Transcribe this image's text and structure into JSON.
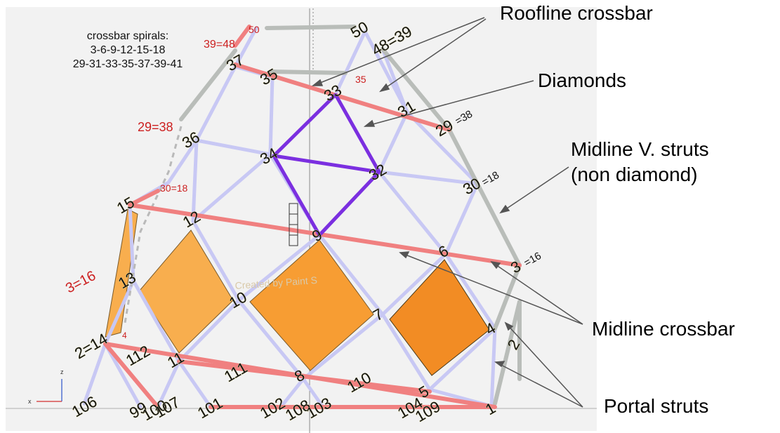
{
  "legend": {
    "title": "crossbar spirals:",
    "line1": "3-6-9-12-15-18",
    "line2": "29-31-33-35-37-39-41"
  },
  "callouts": {
    "roofline": "Roofline crossbar",
    "diamonds": "Diamonds",
    "midline_v_1": "Midline V. struts",
    "midline_v_2": "(non diamond)",
    "midline_crossbar": "Midline crossbar",
    "portal": "Portal struts"
  },
  "watermark": "Created by Paint S",
  "axis": {
    "z": "z",
    "x": "x"
  },
  "labels": {
    "n50a": "50",
    "n50b": "50",
    "n39_48": "39=48",
    "n48_39": "48=39",
    "n37": "37",
    "n35": "35",
    "n35red": "35",
    "n33": "33",
    "n31": "31",
    "n29_38": "29=38",
    "n29": "29",
    "n38": "=38",
    "n36": "36",
    "n34": "34",
    "n32": "32",
    "n30": "30",
    "n18": "=18",
    "n30_18": "30=18",
    "n15": "15",
    "n12": "12",
    "n9": "9",
    "n6": "6",
    "n3": "3",
    "n16": "=16",
    "n3_16": "3=16",
    "n13": "13",
    "n10": "10",
    "n7": "7",
    "n4": "4",
    "n4red": "4",
    "n2": "2",
    "n2_14": "2=14",
    "n11": "11",
    "n8": "8",
    "n5": "5",
    "n1": "1",
    "n112": "112",
    "n111": "111",
    "n110": "110",
    "n106": "106",
    "n99": "99",
    "n100": "100",
    "n107": "107",
    "n101": "101",
    "n102": "102",
    "n108": "108",
    "n103": "103",
    "n104": "104",
    "n109": "109"
  },
  "colors": {
    "strut": "#c8c8f4",
    "crossbar": "#f08080",
    "diamond_edge": "#7b2fe0",
    "panel_light": "#f8ae4e",
    "panel_mid": "#f79d33",
    "panel_dark": "#f28c24",
    "grey_strut": "#b9bdb9",
    "label_red": "#cc1f1f"
  }
}
